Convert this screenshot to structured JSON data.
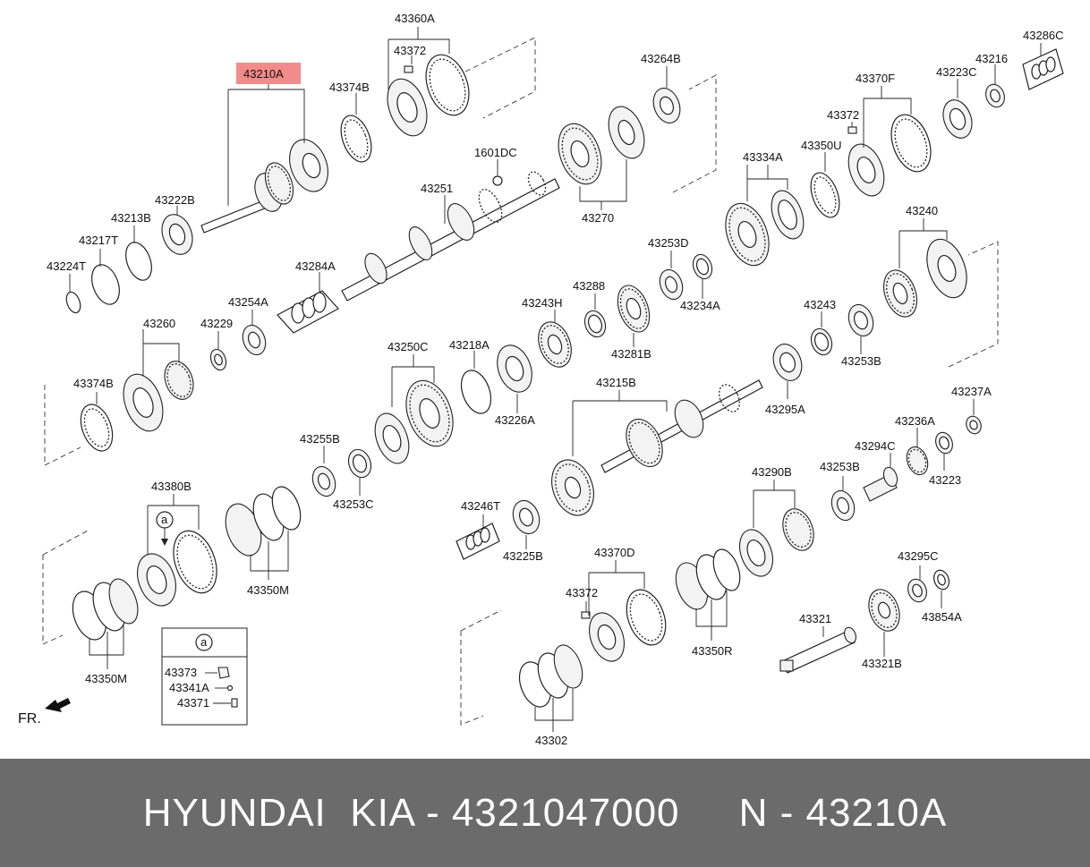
{
  "labels": {
    "l43360A": "43360A",
    "l43372a": "43372",
    "l43210A": "43210A",
    "l43374B_top": "43374B",
    "l43264B": "43264B",
    "l1601DC": "1601DC",
    "l43251": "43251",
    "l43270": "43270",
    "l43222B": "43222B",
    "l43213B": "43213B",
    "l43217T": "43217T",
    "l43224T": "43224T",
    "l43284A": "43284A",
    "l43254A": "43254A",
    "l43229": "43229",
    "l43260": "43260",
    "l43374B_left": "43374B",
    "l43286C": "43286C",
    "l43216": "43216",
    "l43223C": "43223C",
    "l43370F": "43370F",
    "l43372b": "43372",
    "l43350U": "43350U",
    "l43334A": "43334A",
    "l43253D": "43253D",
    "l43234A": "43234A",
    "l43288": "43288",
    "l43243H": "43243H",
    "l43281B": "43281B",
    "l43240": "43240",
    "l43243": "43243",
    "l43253B_a": "43253B",
    "l43250C": "43250C",
    "l43218A": "43218A",
    "l43226A": "43226A",
    "l43215B": "43215B",
    "l43295A": "43295A",
    "l43237A": "43237A",
    "l43236A": "43236A",
    "l43294C": "43294C",
    "l43223": "43223",
    "l43255B": "43255B",
    "l43253C": "43253C",
    "l43380B": "43380B",
    "l43350M_mid": "43350M",
    "l43350M_left": "43350M",
    "l43246T": "43246T",
    "l43225B": "43225B",
    "l43290B": "43290B",
    "l43253B_b": "43253B",
    "l43370D": "43370D",
    "l43372c": "43372",
    "l43350R": "43350R",
    "l43302": "43302",
    "l43295C": "43295C",
    "l43854A": "43854A",
    "l43321": "43321",
    "l43321B": "43321B",
    "detail_a": "a",
    "detail_a_box": "a",
    "l43373": "43373",
    "l43341A": "43341A",
    "l43371": "43371",
    "fr": "FR."
  },
  "highlight_color": "#f28b8b",
  "footer": {
    "text": "HYUNDAI  KIA - 4321047000     N - 43210A"
  }
}
